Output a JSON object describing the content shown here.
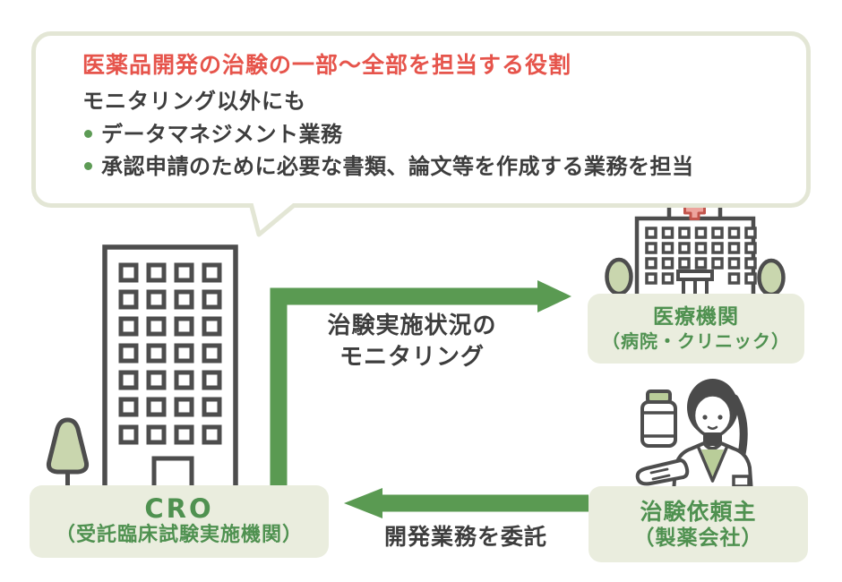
{
  "bubble": {
    "title": "医薬品開発の治験の一部〜全部を担当する役割",
    "subtitle": "モニタリング以外にも",
    "bullets": [
      "データマネジメント業務",
      "承認申請のために必要な書類、論文等を作成する業務を担当"
    ]
  },
  "nodes": {
    "cro": {
      "name": "CRO",
      "sub": "（受託臨床試験実施機関）"
    },
    "medical": {
      "name": "医療機関",
      "sub": "（病院・クリニック）"
    },
    "sponsor": {
      "name": "治験依頼主",
      "sub": "（製薬会社）"
    }
  },
  "arrows": {
    "monitoring": {
      "line1": "治験実施状況の",
      "line2": "モニタリング"
    },
    "outsourcing": {
      "label": "開発業務を委託"
    }
  },
  "icons": {
    "cro_building": "office-building-icon",
    "hospital": "hospital-building-icon",
    "pharmacist": "pharmacist-with-medicine-bottle-icon",
    "trees": "tree-icon"
  },
  "colors": {
    "arrow_green": "#5a9a52",
    "label_text_green": "#4f9150",
    "label_box_bg": "#eaedde",
    "bubble_border": "#e3e6d5",
    "title_red": "#e6544b",
    "body_text": "#3d3d3d",
    "outline_gray": "#4d4d4d",
    "tree_fill": "#c9d6ae",
    "cross_fill": "#eda49d",
    "cross_stroke": "#c2544c",
    "shirt_green": "#b9cd99",
    "hair_dark": "#4a4a4a"
  }
}
